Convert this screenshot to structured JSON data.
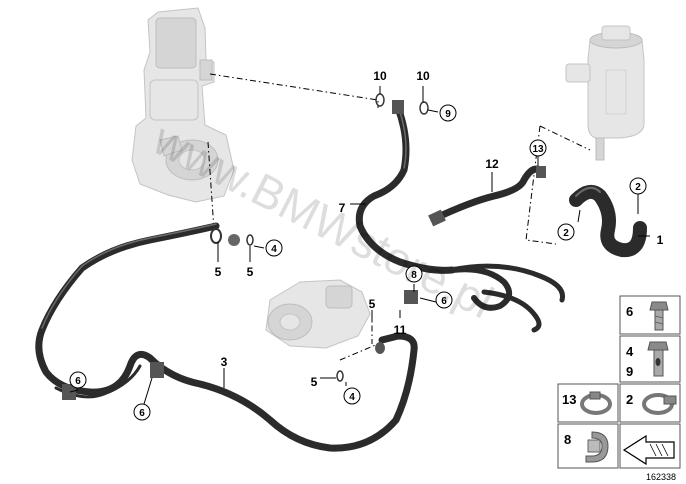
{
  "diagram": {
    "watermark": "www.BMWstore.pl",
    "diagram_id": "162338",
    "callouts": [
      {
        "id": "c10a",
        "label": "10"
      },
      {
        "id": "c10b",
        "label": "10"
      },
      {
        "id": "c9",
        "label": "9"
      },
      {
        "id": "c13",
        "label": "13"
      },
      {
        "id": "c12",
        "label": "12"
      },
      {
        "id": "c7",
        "label": "7"
      },
      {
        "id": "c2a",
        "label": "2"
      },
      {
        "id": "c2b",
        "label": "2"
      },
      {
        "id": "c1",
        "label": "1"
      },
      {
        "id": "c4a",
        "label": "4"
      },
      {
        "id": "c5a",
        "label": "5"
      },
      {
        "id": "c5b",
        "label": "5"
      },
      {
        "id": "c8",
        "label": "8"
      },
      {
        "id": "c5c",
        "label": "5"
      },
      {
        "id": "c6a",
        "label": "6"
      },
      {
        "id": "c11",
        "label": "11"
      },
      {
        "id": "c3",
        "label": "3"
      },
      {
        "id": "c6b",
        "label": "6"
      },
      {
        "id": "c6c",
        "label": "6"
      },
      {
        "id": "c5d",
        "label": "5"
      },
      {
        "id": "c4b",
        "label": "4"
      }
    ],
    "legend": [
      {
        "id": "l6",
        "labels": [
          "6"
        ],
        "icon": "bolt-icon"
      },
      {
        "id": "l49",
        "labels": [
          "4",
          "9"
        ],
        "icon": "hollow-bolt-icon"
      },
      {
        "id": "l13",
        "labels": [
          "13"
        ],
        "icon": "hose-clamp-icon"
      },
      {
        "id": "l2",
        "labels": [
          "2"
        ],
        "icon": "worm-clamp-icon"
      },
      {
        "id": "l8",
        "labels": [
          "8"
        ],
        "icon": "retaining-clip-icon"
      },
      {
        "id": "lnav",
        "labels": [],
        "icon": "navigation-arrow-icon"
      }
    ]
  }
}
